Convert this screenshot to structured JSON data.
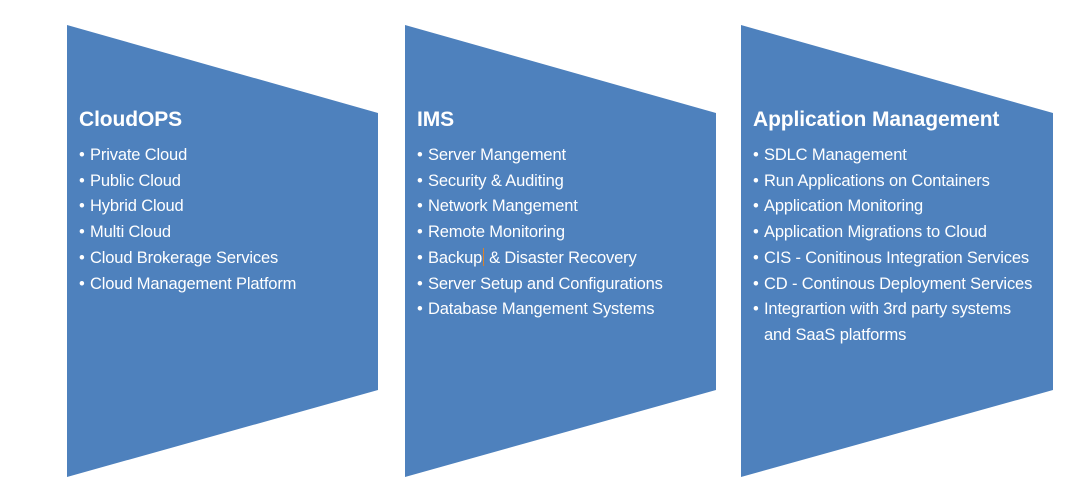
{
  "meta": {
    "background_color": "#FFFFFF",
    "shape_fill_color": "#4E81BD",
    "text_color": "#FFFFFF",
    "caret_color": "#D9822B",
    "bullet_glyph": "•"
  },
  "panels": [
    {
      "id": "cloudops",
      "title": "CloudOPS",
      "shape": "chevron-trapezoid",
      "items": [
        "Private Cloud",
        "Public Cloud",
        "Hybrid Cloud",
        "Multi Cloud",
        "Cloud Brokerage Services",
        "Cloud Management Platform"
      ]
    },
    {
      "id": "ims",
      "title": "IMS",
      "shape": "chevron-trapezoid",
      "items": [
        "Server Mangement",
        "Security & Auditing",
        "Network Mangement",
        "Remote Monitoring",
        "Backup & Disaster Recovery",
        "Server Setup and Configurations",
        "Database Mangement Systems"
      ],
      "caret_after_item_index": 4,
      "caret_after_text": "Backup"
    },
    {
      "id": "appmgmt",
      "title": "Application Management",
      "shape": "chevron-trapezoid",
      "items": [
        "SDLC Management",
        "Run Applications on Containers",
        "Application Monitoring",
        "Application Migrations to Cloud",
        "CIS - Conitinous Integration Services",
        "CD - Continous Deployment Services",
        "Integrartion with 3rd party systems and SaaS platforms"
      ]
    }
  ]
}
